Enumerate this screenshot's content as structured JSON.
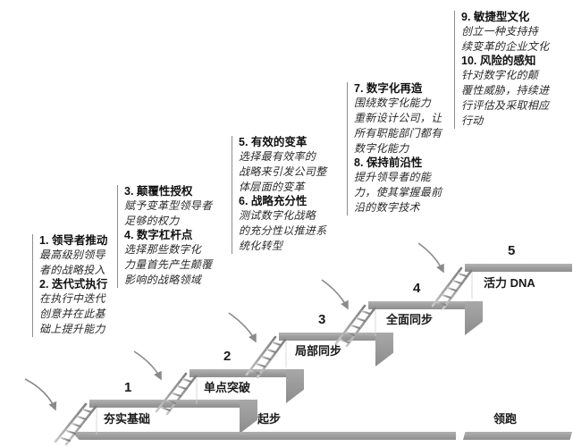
{
  "diagram": {
    "title_visible": false,
    "columns": [
      {
        "id": "col1",
        "blocks": [
          {
            "heading": "1. 领导者推动",
            "body": "最高级别领导者的战略投入"
          },
          {
            "heading": "2. 迭代式执行",
            "body": "在执行中迭代创意并在此基础上提升能力"
          }
        ],
        "lines": [
          "1. 领导者推动",
          "最高级别领导",
          "者的战略投入",
          "2. 迭代式执行",
          "在执行中迭代",
          "创意并在此基",
          "础上提升能力"
        ]
      },
      {
        "id": "col2",
        "blocks": [
          {
            "heading": "3. 颠覆性授权",
            "body": "赋予变革型领导者足够的权力"
          },
          {
            "heading": "4. 数字杠杆点",
            "body": "选择那些数字化力量首先产生颠覆影响的战略领域"
          }
        ],
        "lines": [
          "3. 颠覆性授权",
          "赋予变革型领导者",
          "足够的权力",
          "4. 数字杠杆点",
          "选择那些数字化",
          "力量首先产生颠覆",
          "影响的战略领域"
        ]
      },
      {
        "id": "col3",
        "blocks": [
          {
            "heading": "5. 有效的变革",
            "body": "选择最有效率的战略来引发公司整体层面的变革"
          },
          {
            "heading": "6. 战略充分性",
            "body": "测试数字化战略的充分性以推进系统化转型"
          }
        ],
        "lines": [
          "5. 有效的变革",
          "选择最有效率的",
          "战略来引发公司整",
          "体层面的变革",
          "6. 战略充分性",
          "测试数字化战略",
          "的充分性以推进系",
          "统化转型"
        ]
      },
      {
        "id": "col4",
        "blocks": [
          {
            "heading": "7. 数字化再造",
            "body": "围绕数字化能力重新设计公司，让所有职能部门都有数字化能力"
          },
          {
            "heading": "8. 保持前沿性",
            "body": "提升领导者的能力，使其掌握最前沿的数字技术"
          }
        ],
        "lines": [
          "7. 数字化再造",
          "围绕数字化能力",
          "重新设计公司，让",
          "所有职能部门都有",
          "数字化能力",
          "8. 保持前沿性",
          "提升领导者的能",
          "力，使其掌握最前",
          "沿的数字技术"
        ]
      },
      {
        "id": "col5",
        "blocks": [
          {
            "heading": "9. 敏捷型文化",
            "body": "创立一种支持持续变革的企业文化"
          },
          {
            "heading": "10. 风险的感知",
            "body": "针对数字化的颠覆性威胁，持续进行评估及采取相应行动"
          }
        ],
        "lines": [
          "9. 敏捷型文化",
          "创立一种支持持",
          "续变革的企业文化",
          "10. 风险的感知",
          "针对数字化的颠",
          "覆性威胁，持续进",
          "行评估及采取相应",
          "行动"
        ]
      }
    ],
    "steps": [
      {
        "number": "1",
        "label": "夯实基础"
      },
      {
        "number": "2",
        "label": "单点突破"
      },
      {
        "number": "3",
        "label": "局部同步"
      },
      {
        "number": "4",
        "label": "全面同步"
      },
      {
        "number": "5",
        "label": "活力 DNA"
      }
    ],
    "base_labels": [
      {
        "id": "base-left",
        "label": "起步"
      },
      {
        "id": "base-right",
        "label": "领跑"
      }
    ],
    "colors": {
      "step_gray": "#9a9a9a",
      "step_gray_light": "#b3b3b3",
      "text": "#1a1a1a",
      "divider": "#8d8d8d",
      "arrow": "#8a8a8a",
      "background": "#ffffff"
    }
  }
}
